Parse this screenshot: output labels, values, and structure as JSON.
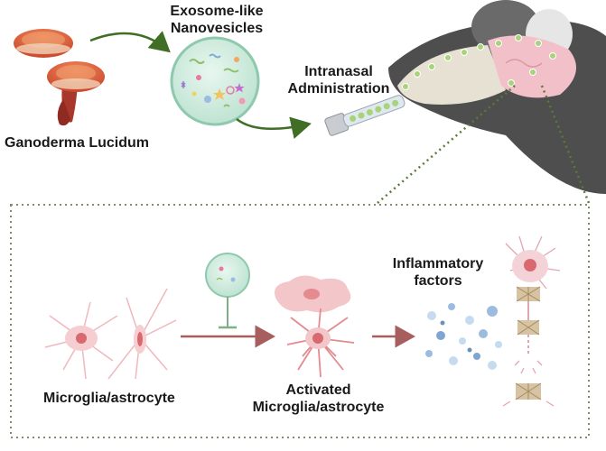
{
  "labels": {
    "source": "Ganoderma Lucidum",
    "vesicle_line1": "Exosome-like",
    "vesicle_line2": "Nanovesicles",
    "admin_line1": "Intranasal",
    "admin_line2": "Administration",
    "resting": "Microglia/astrocyte",
    "activated_line1": "Activated",
    "activated_line2": "Microglia/astrocyte",
    "inflam_line1": "Inflammatory",
    "inflam_line2": "factors"
  },
  "colors": {
    "arrow_green": "#3f6e24",
    "arrow_brown": "#a65e5e",
    "dotted_frame": "#5a7a3a",
    "vesicle_fill": "#d6efe3",
    "cell_pink": "#f3c6c9",
    "nucleus": "#d8696f",
    "mushroom": "#d9583a",
    "stem": "#a8382b",
    "head_gray": "#4e4e4e",
    "skull": "#e6e1d2",
    "brain": "#f2c0c8",
    "factor_blue": "#9bbcdf"
  },
  "icons": {
    "mushroom": "mushroom-icon",
    "vesicle": "nanovesicle-icon",
    "dropper": "nasal-dropper-icon",
    "head": "mouse-head-icon"
  }
}
